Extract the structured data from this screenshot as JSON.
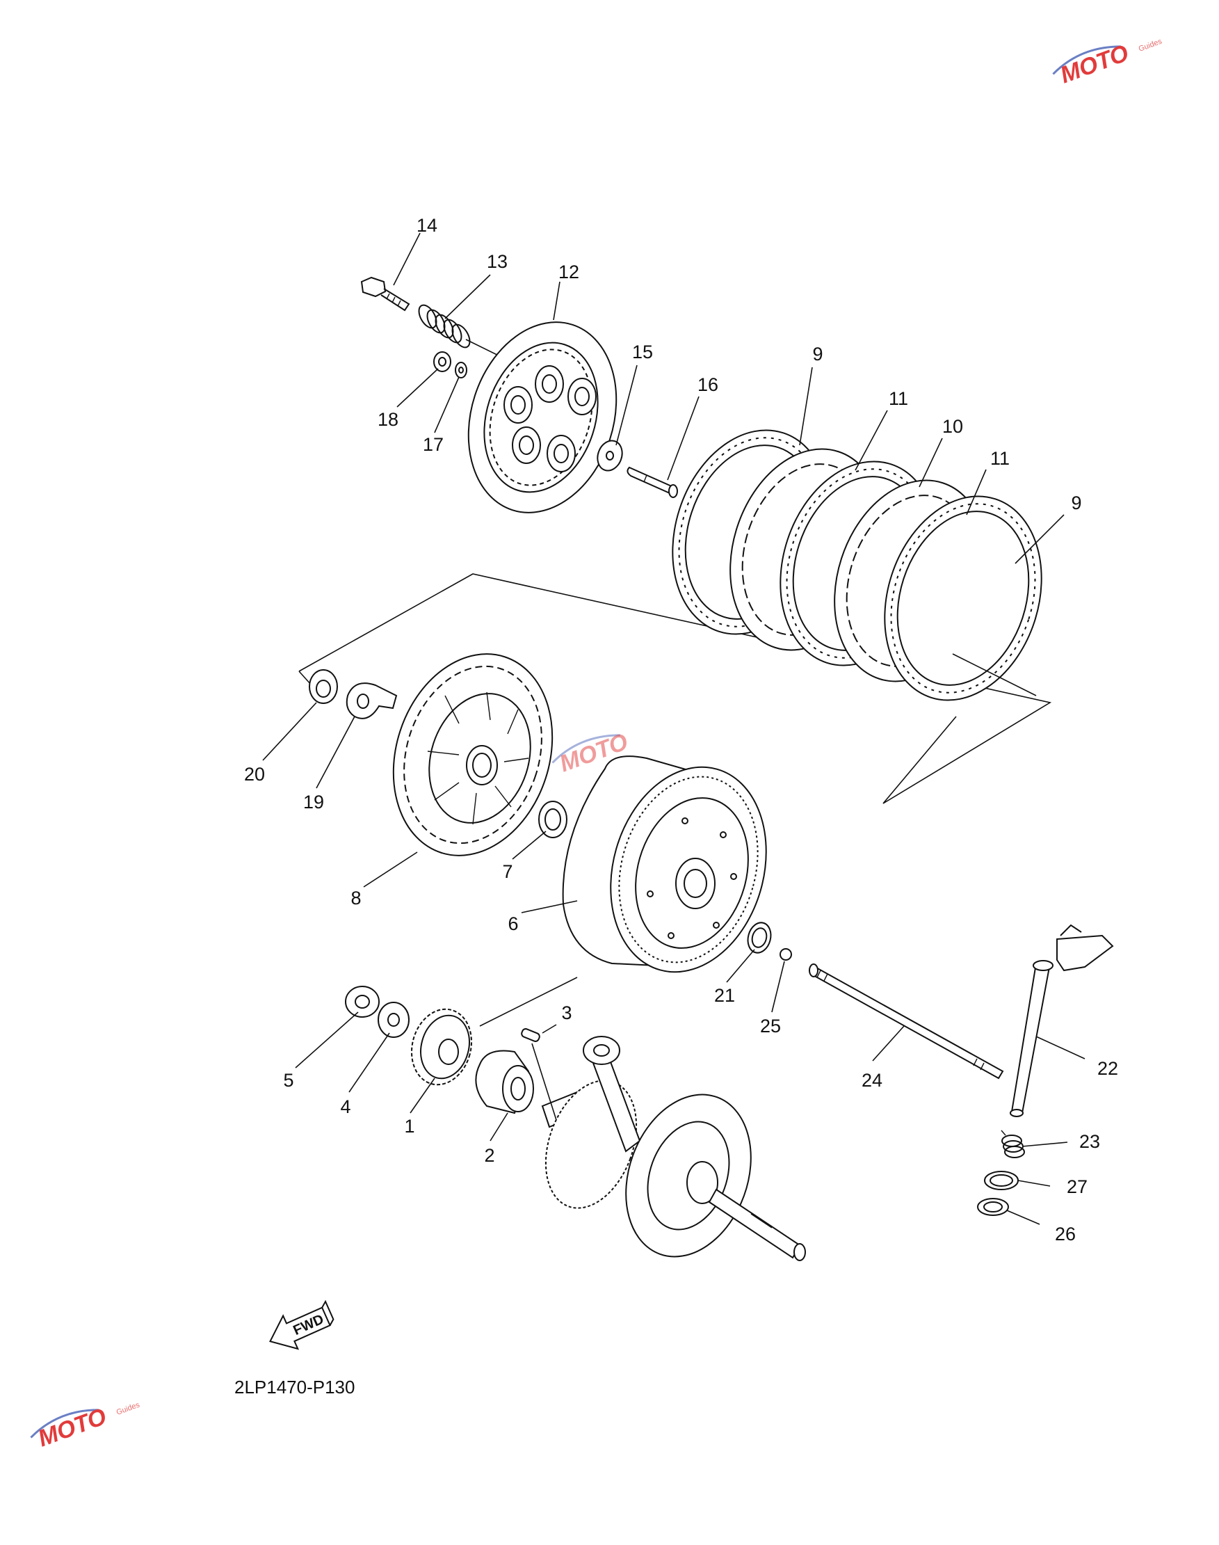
{
  "diagram_code": "2LP1470-P130",
  "fwd_label": "FWD",
  "brand_colors": {
    "watermark_red": "#e23b3b",
    "watermark_blue": "#6a7fc4"
  },
  "watermark_text": "MOTO",
  "callouts": [
    {
      "id": "14",
      "text": "14"
    },
    {
      "id": "13",
      "text": "13"
    },
    {
      "id": "12",
      "text": "12"
    },
    {
      "id": "18",
      "text": "18"
    },
    {
      "id": "17",
      "text": "17"
    },
    {
      "id": "15",
      "text": "15"
    },
    {
      "id": "16",
      "text": "16"
    },
    {
      "id": "9a",
      "text": "9"
    },
    {
      "id": "11a",
      "text": "11"
    },
    {
      "id": "10",
      "text": "10"
    },
    {
      "id": "11b",
      "text": "11"
    },
    {
      "id": "9b",
      "text": "9"
    },
    {
      "id": "20",
      "text": "20"
    },
    {
      "id": "19",
      "text": "19"
    },
    {
      "id": "7",
      "text": "7"
    },
    {
      "id": "8",
      "text": "8"
    },
    {
      "id": "6",
      "text": "6"
    },
    {
      "id": "21",
      "text": "21"
    },
    {
      "id": "25",
      "text": "25"
    },
    {
      "id": "3",
      "text": "3"
    },
    {
      "id": "5",
      "text": "5"
    },
    {
      "id": "4",
      "text": "4"
    },
    {
      "id": "1",
      "text": "1"
    },
    {
      "id": "2",
      "text": "2"
    },
    {
      "id": "24",
      "text": "24"
    },
    {
      "id": "22",
      "text": "22"
    },
    {
      "id": "23",
      "text": "23"
    },
    {
      "id": "27",
      "text": "27"
    },
    {
      "id": "26",
      "text": "26"
    }
  ]
}
